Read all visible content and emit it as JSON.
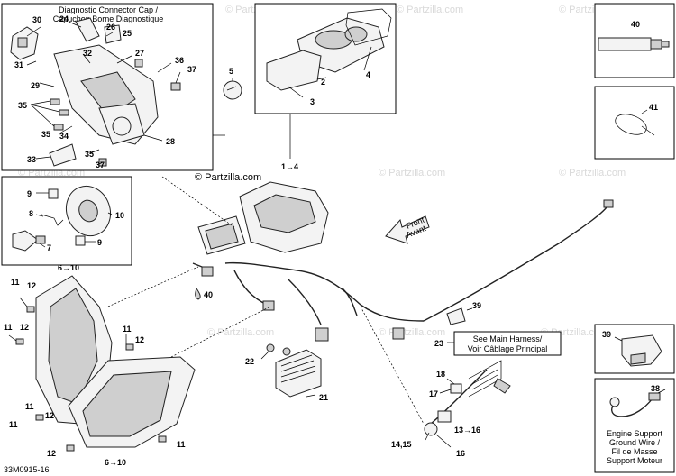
{
  "watermark": "© Partzilla.com",
  "copyright": "© Partzilla.com",
  "diagram_code": "33M0915-16",
  "top_title": [
    "Diagnostic Connector Cap /",
    "Capuchon Borne Diagnostique"
  ],
  "front_arrow": [
    "Front",
    "Avant"
  ],
  "harness_note": [
    "See Main Harness/",
    "Voir Câblage Principal"
  ],
  "ground_note": [
    "Engine Support",
    "Ground Wire /",
    "Fil de Masse",
    "Support Moteur"
  ],
  "callouts": {
    "c30": "30",
    "c24": "24",
    "c26": "26",
    "c25": "25",
    "c31": "31",
    "c32": "32",
    "c27": "27",
    "c36": "36",
    "c37a": "37",
    "c29": "29",
    "c35a": "35",
    "c35b": "35",
    "c34": "34",
    "c33": "33",
    "c35c": "35",
    "c37b": "37",
    "c28": "28",
    "c5": "5",
    "c3": "3",
    "c2": "2",
    "c4": "4",
    "c1to4": "1→4",
    "c40": "40",
    "c41": "41",
    "c9a": "9",
    "c10": "10",
    "c8": "8",
    "c7": "7",
    "c9b": "9",
    "c6to10a": "6→10",
    "c11a": "11",
    "c12a": "12",
    "c11b": "11",
    "c12b": "12",
    "c11c": "11",
    "c12c": "12",
    "c40b": "40",
    "c11d": "11",
    "c12d": "12",
    "c11e": "11",
    "c11f": "11",
    "c12e": "12",
    "c6to10b": "6→10",
    "c22": "22",
    "c21": "21",
    "c39a": "39",
    "c23": "23",
    "c18": "18",
    "c17": "17",
    "c13to16": "13→16",
    "c14_15": "14,15",
    "c16": "16",
    "c39b": "39",
    "c38": "38"
  }
}
